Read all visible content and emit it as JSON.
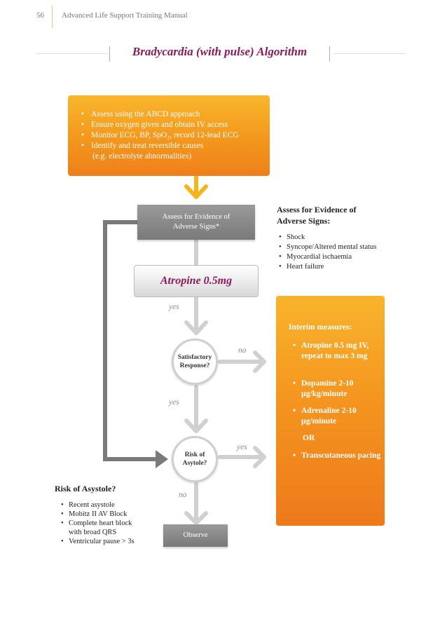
{
  "header": {
    "page_number": "56",
    "manual_title": "Advanced Life Support Training Manual"
  },
  "title": "Bradycardia (with pulse) Algorithm",
  "initial_steps": [
    "Assess using the ABCD approach",
    "Ensure oxygen given and obtain IV access",
    "Monitor ECG, BP, SpO₂, record 12-lead ECG",
    "Identify and treat reversible causes",
    "(e.g. electrolyte abnormalities)"
  ],
  "flow": {
    "adverse_box": "Assess for Evidence of Adverse Signs*",
    "atropine": "Atropine 0.5mg",
    "satisfactory": "Satisfactory Response?",
    "risk": "Risk of Asytole?",
    "observe": "Observe",
    "labels": {
      "yes_after_atropine": "yes",
      "no_satisfactory": "no",
      "yes_satisfactory": "yes",
      "yes_risk": "yes",
      "no_risk": "no"
    }
  },
  "adverse_signs": {
    "heading": "Assess for Evidence of Adverse Signs:",
    "items": [
      "Shock",
      "Syncope/Altered mental status",
      "Myocardial ischaemia",
      "Heart failure"
    ]
  },
  "interim": {
    "heading": "Interim measures:",
    "items": [
      "Atropine 0.5 mg IV, repeat to max 3 mg",
      "Dopamine 2-10 µg/kg/minute",
      "Adrenaline 2-10 µg/minute",
      "Transcutaneous pacing"
    ],
    "or": "OR"
  },
  "risk_of_asystole": {
    "heading": "Risk of Asystole?",
    "items": [
      "Recent asystole",
      "Mobitz II AV Block",
      "Complete heart block with broad QRS",
      "Ventricular pause > 3s"
    ]
  },
  "colors": {
    "title": "#8a1a5c",
    "orange": "#f4951f",
    "arrow_gold": "#f2b51c",
    "gray_box": "#8a8a8a"
  }
}
